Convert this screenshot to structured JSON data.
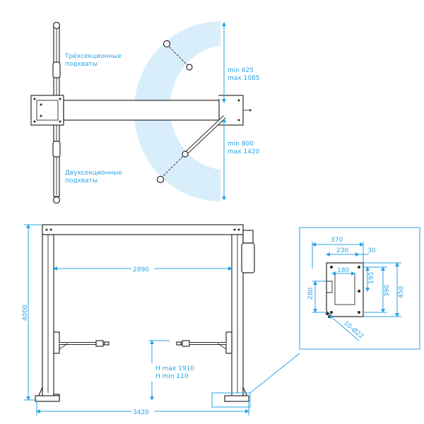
{
  "colors": {
    "dimension": "#2aa3e6",
    "zone": "#d9eefb",
    "line": "#2b2b2b"
  },
  "top_view": {
    "label_three_section": [
      "Трёхсекционные",
      "подхваты"
    ],
    "label_two_section": [
      "Двухсекционные",
      "подхваты"
    ],
    "reach_upper": [
      "min 625",
      "max 1085"
    ],
    "reach_lower": [
      "min 800",
      "max 1420"
    ]
  },
  "front_view": {
    "overall_height": "4000",
    "inner_width": "2890",
    "overall_width": "3420",
    "lift_height": [
      "H max 1910",
      "H min 110"
    ]
  },
  "base_plate": {
    "dim_370": "370",
    "dim_230": "230",
    "dim_30": "30",
    "dim_180": "180",
    "dim_195": "195",
    "dim_390": "390",
    "dim_450": "450",
    "dim_280": "280",
    "holes": "10-Ø22"
  }
}
